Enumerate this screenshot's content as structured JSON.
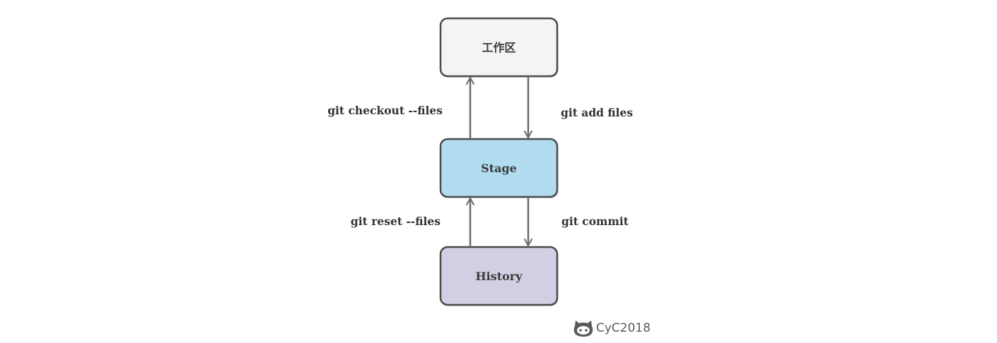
{
  "diagram": {
    "nodes": {
      "workspace": {
        "label": "工作区",
        "fill": "#f4f4f4"
      },
      "stage": {
        "label": "Stage",
        "fill": "#b1dcf0"
      },
      "history": {
        "label": "History",
        "fill": "#d0cfe3"
      }
    },
    "edges": {
      "checkout": {
        "label": "git checkout --files",
        "direction": "Stage → 工作区"
      },
      "add": {
        "label": "git add files",
        "direction": "工作区 → Stage"
      },
      "reset": {
        "label": "git reset --files",
        "direction": "History → Stage"
      },
      "commit": {
        "label": "git commit",
        "direction": "Stage → History"
      }
    },
    "colors": {
      "border": "#4a4a4a",
      "arrow": "#6b6b6b"
    }
  },
  "watermark": {
    "text": "CyC2018",
    "icon": "github-octocat-icon"
  }
}
